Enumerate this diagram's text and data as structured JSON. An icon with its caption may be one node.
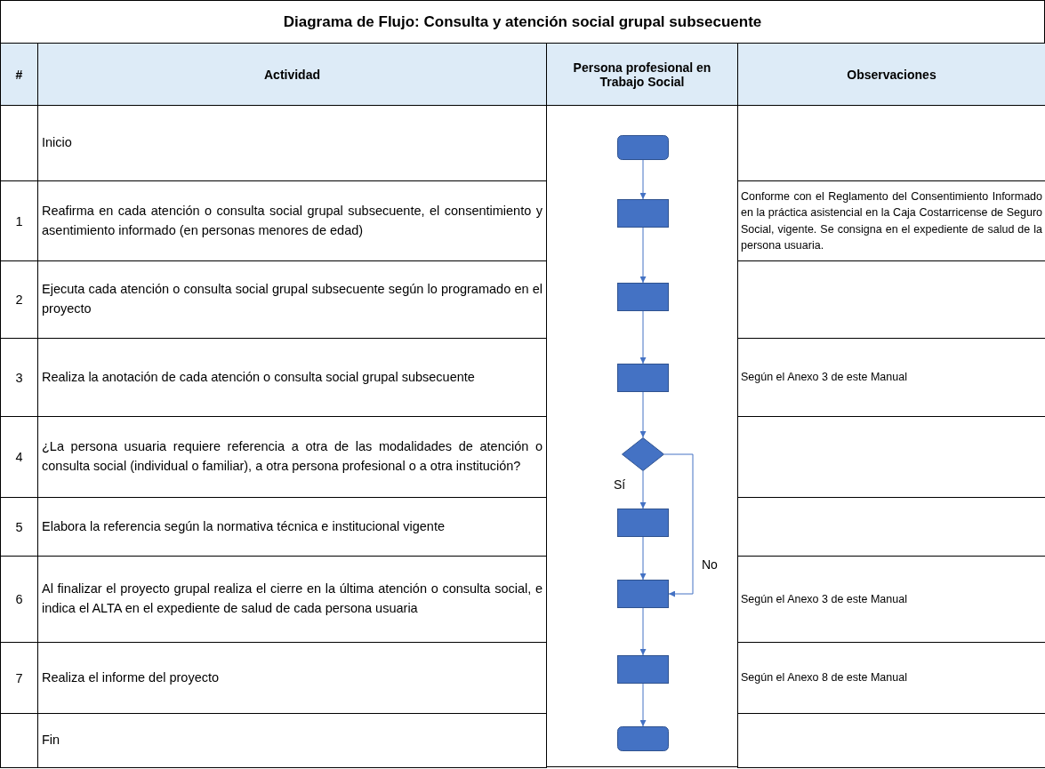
{
  "diagram": {
    "title": "Diagrama de Flujo: Consulta y atención social grupal subsecuente",
    "nodes": [
      {
        "text": [],
        "shape": "box"
      },
      {
        "text": [],
        "shape": "box"
      },
      {
        "text": [],
        "shape": "box"
      },
      {
        "text": [],
        "shape": "box"
      },
      {
        "text": [],
        "shape": "diamond"
      },
      {
        "text": [],
        "shape": "box"
      },
      {
        "text": [],
        "shape": "box"
      },
      {
        "text": [],
        "shape": "box"
      },
      {
        "text": [],
        "shape": "box"
      }
    ],
    "edges": [
      {
        "from": 0,
        "to": 1,
        "arrow": "to"
      },
      {
        "from": 1,
        "to": 2,
        "arrow": "to"
      },
      {
        "from": 2,
        "to": 3,
        "arrow": "to"
      },
      {
        "from": 3,
        "to": 4,
        "arrow": "to"
      },
      {
        "from": 4,
        "to": 5,
        "arrow": "to",
        "label": "Sí"
      },
      {
        "from": 5,
        "to": 6,
        "arrow": "to"
      },
      {
        "from": 4,
        "to": 6,
        "arrow": "to",
        "label": "No"
      },
      {
        "from": 6,
        "to": 7,
        "arrow": "to"
      },
      {
        "from": 7,
        "to": 8,
        "arrow": "to"
      }
    ],
    "labels": [
      "#",
      "Actividad",
      "Persona profesional en Trabajo Social",
      "Observaciones",
      "Inicio",
      "1",
      "Reafirma en cada atención o consulta social grupal subsecuente, el consentimiento y asentimiento informado (en personas menores de edad)",
      "Conforme con el Reglamento del Consentimiento Informado en la práctica asistencial en la Caja Costarricense de Seguro Social, vigente. Se consigna en el expediente de salud de la persona usuaria.",
      "2",
      "Ejecuta cada atención o consulta social grupal subsecuente según lo programado en el proyecto",
      "3",
      "Realiza la anotación de cada atención o consulta social grupal subsecuente",
      "Según el Anexo 3 de este Manual",
      "4",
      "¿La persona usuaria requiere referencia a otra de las modalidades de atención o consulta social (individual o familiar), a otra persona profesional o a otra institución?",
      "5",
      "Elabora la referencia según la normativa técnica e institucional vigente",
      "6",
      "Al finalizar el proyecto grupal realiza el cierre en la última atención o consulta social, e indica el ALTA en el expediente de salud de cada persona usuaria",
      "Según el Anexo 3 de este Manual",
      "7",
      "Realiza el informe del proyecto",
      "Según el Anexo 8 de este Manual",
      "Fin"
    ]
  }
}
